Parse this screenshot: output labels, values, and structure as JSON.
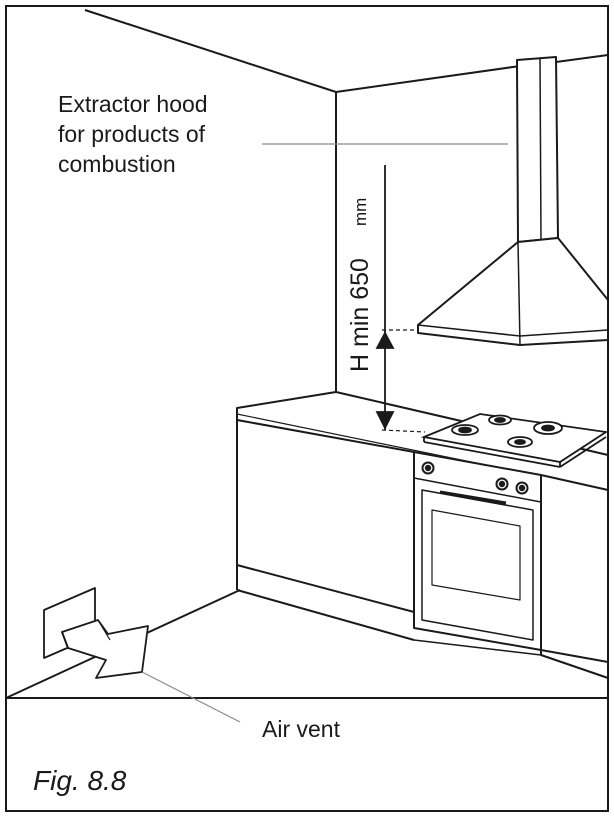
{
  "labels": {
    "hood_line1": "Extractor hood",
    "hood_line2": "for products of",
    "hood_line3": "combustion",
    "height_label": "H min 650",
    "height_unit": "mm",
    "air_vent": "Air vent",
    "figure_caption": "Fig. 8.8"
  },
  "colors": {
    "line": "#1a1a1a",
    "leader": "#8a8a8a",
    "background": "#ffffff"
  }
}
